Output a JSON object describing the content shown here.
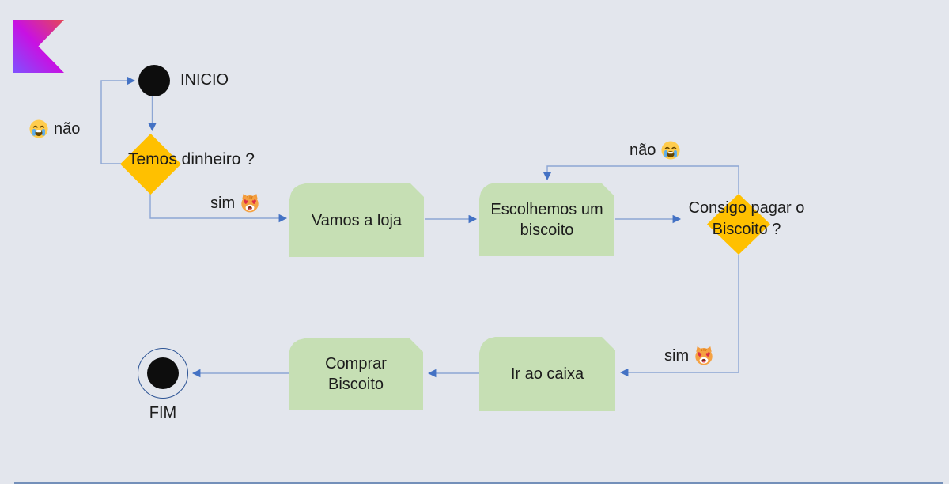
{
  "diagram": {
    "logo": {
      "name": "kotlin-logo"
    },
    "nodes": {
      "start": {
        "type": "start",
        "label": "INICIO"
      },
      "decision_money": {
        "type": "decision",
        "label": "Temos dinheiro ?"
      },
      "go_to_store": {
        "type": "process",
        "label": "Vamos a loja"
      },
      "choose_biscuit": {
        "type": "process",
        "label": "Escolhemos um biscoito"
      },
      "decision_pay": {
        "type": "decision",
        "label": "Consigo pagar o Biscoito ?"
      },
      "go_to_cashier": {
        "type": "process",
        "label": "Ir ao caixa"
      },
      "buy_biscuit": {
        "type": "process",
        "label": "Comprar Biscoito"
      },
      "end": {
        "type": "end",
        "label": "FIM"
      }
    },
    "edge_labels": {
      "no_money": {
        "text": "não",
        "emoji": "crying-face"
      },
      "yes_money": {
        "text": "sim",
        "emoji": "heart-eyes-cat"
      },
      "cannot_pay": {
        "text": "não",
        "emoji": "crying-face"
      },
      "can_pay": {
        "text": "sim",
        "emoji": "heart-eyes-cat"
      }
    },
    "colors": {
      "background": "#e3e6ed",
      "process_fill": "#c6dfb4",
      "decision_fill": "#ffc000",
      "connector_line": "#8da6d4",
      "arrowhead": "#4472c4",
      "terminal_fill": "#0d0d0d",
      "end_ring": "#2e5596",
      "text": "#1c1c1c"
    }
  }
}
